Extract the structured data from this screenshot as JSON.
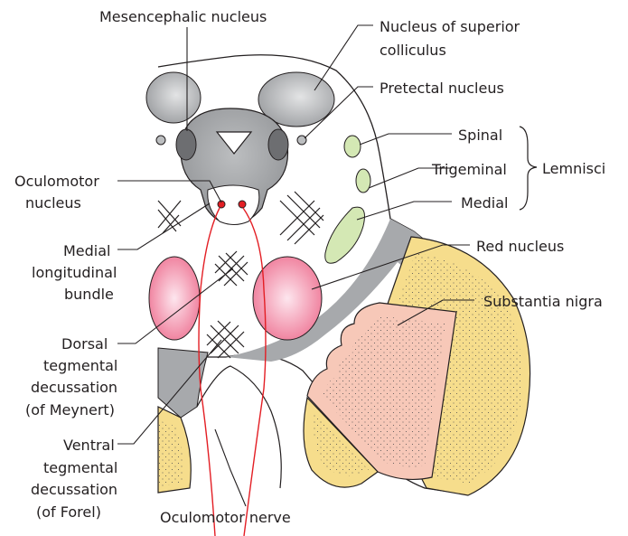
{
  "labels": {
    "mesencephalic_nucleus": "Mesencephalic nucleus",
    "nucleus_superior_colliculus": [
      "Nucleus of superior",
      "colliculus"
    ],
    "pretectal_nucleus": "Pretectal nucleus",
    "oculomotor_nucleus": [
      "Oculomotor",
      "nucleus"
    ],
    "spinal": "Spinal",
    "trigeminal": "Trigeminal",
    "medial": "Medial",
    "lemnisci": "Lemnisci",
    "medial_longitudinal_bundle": [
      "Medial",
      "longitudinal",
      "bundle"
    ],
    "red_nucleus": "Red nucleus",
    "substantia_nigra": "Substantia nigra",
    "dorsal_tegmental_decussation": [
      "Dorsal",
      "tegmental",
      "decussation",
      "(of Meynert)"
    ],
    "ventral_tegmental_decussation": [
      "Ventral",
      "tegmental",
      "decussation",
      "(of Forel)"
    ],
    "oculomotor_nerve": "Oculomotor nerve"
  },
  "colors": {
    "gray_matter": "#a7a9ac",
    "dark_nucleus": "#6d6e71",
    "colliculus": "#b8b9bb",
    "lemniscus": "#cfe3b0",
    "red_nucleus": "#f08aa5",
    "substantia_nigra_outer": "#f4d97c",
    "substantia_nigra_inner": "#f6c4b4",
    "nerve": "#e31e24",
    "outline": "#231f20"
  }
}
